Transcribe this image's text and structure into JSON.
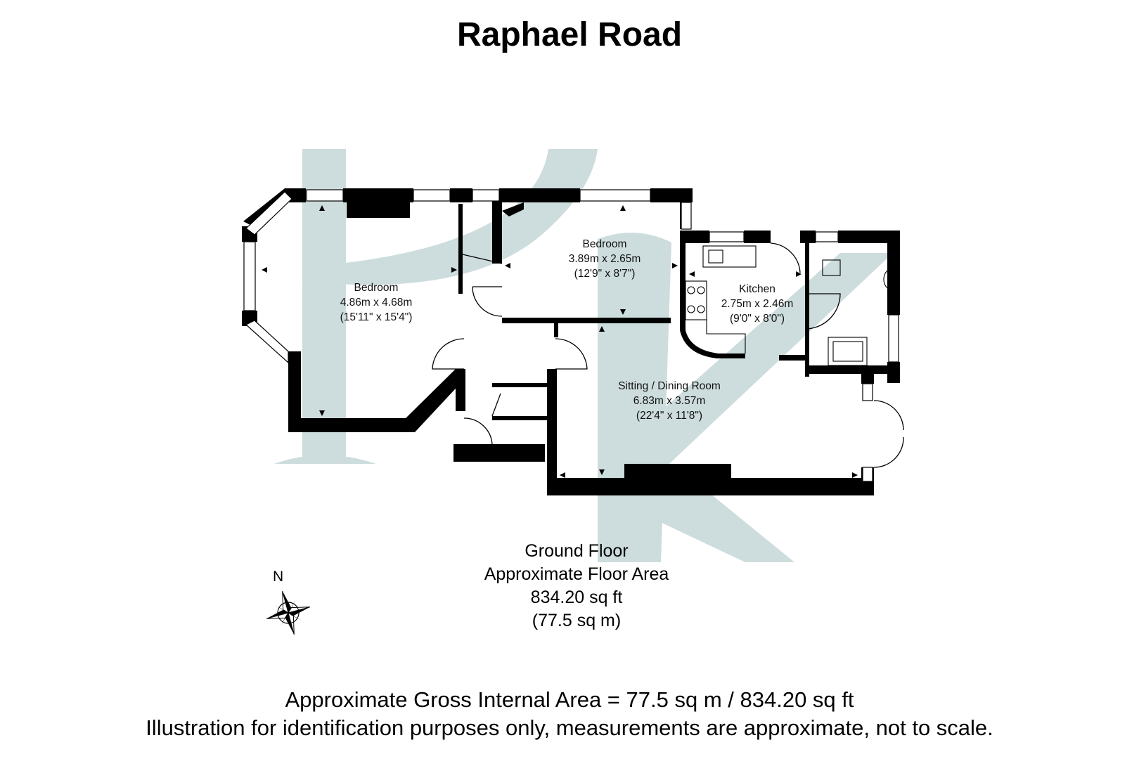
{
  "title": "Raphael Road",
  "rooms": [
    {
      "name": "Bedroom",
      "size_metric": "4.86m x 4.68m",
      "size_imperial": "(15'11\" x 15'4\")"
    },
    {
      "name": "Bedroom",
      "size_metric": "3.89m x 2.65m",
      "size_imperial": "(12'9\" x 8'7\")"
    },
    {
      "name": "Kitchen",
      "size_metric": "2.75m x 2.46m",
      "size_imperial": "(9'0\" x 8'0\")"
    },
    {
      "name": "Sitting / Dining Room",
      "size_metric": "6.83m x 3.57m",
      "size_imperial": "(22'4\" x 11'8\")"
    }
  ],
  "floor": {
    "name": "Ground Floor",
    "area_label": "Approximate Floor Area",
    "area_sqft": "834.20 sq ft",
    "area_sqm": "(77.5 sq m)"
  },
  "compass": {
    "north_label": "N"
  },
  "footer": {
    "line1": "Approximate Gross Internal Area = 77.5 sq m / 834.20 sq ft",
    "line2": "Illustration for identification purposes only, measurements are approximate, not to scale."
  },
  "colors": {
    "wall": "#000000",
    "watermark": "#cddcdc",
    "background": "#ffffff"
  }
}
